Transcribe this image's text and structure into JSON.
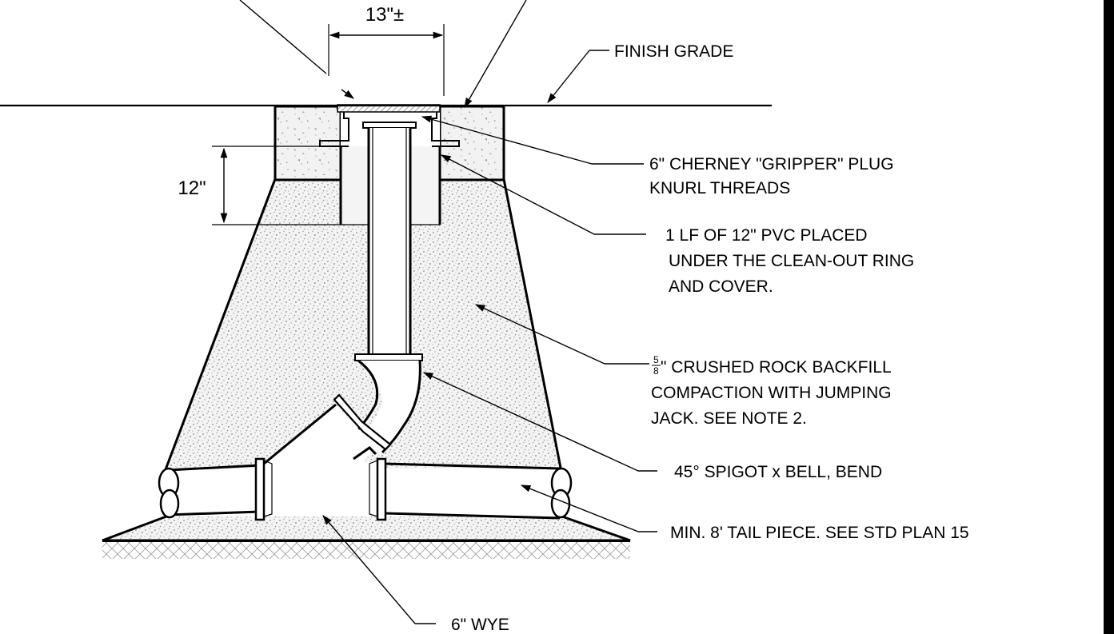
{
  "dimensions": {
    "top_width": "13\"±",
    "depth": "12\""
  },
  "callouts": {
    "finish_grade": "FINISH GRADE",
    "plug_line1": "6\" CHERNEY \"GRIPPER\" PLUG",
    "plug_line2": "KNURL THREADS",
    "pvc_line1": "1 LF OF 12\" PVC PLACED",
    "pvc_line2": "UNDER THE CLEAN-OUT RING",
    "pvc_line3": "AND COVER.",
    "rock_fraction_num": "5",
    "rock_fraction_den": "8",
    "rock_line1": "\" CRUSHED ROCK BACKFILL",
    "rock_line2": "COMPACTION WITH JUMPING",
    "rock_line3": "JACK.  SEE NOTE 2.",
    "bend": "45° SPIGOT x BELL, BEND",
    "tail": "MIN. 8' TAIL PIECE.  SEE STD PLAN 15",
    "wye": "6\" WYE"
  },
  "colors": {
    "ink": "#000000",
    "gravel_fill": "#f4f4f4",
    "concrete_fill": "#f2f2f2",
    "cover_hatch": "#9a9a9a",
    "border_bar": "#000000"
  }
}
